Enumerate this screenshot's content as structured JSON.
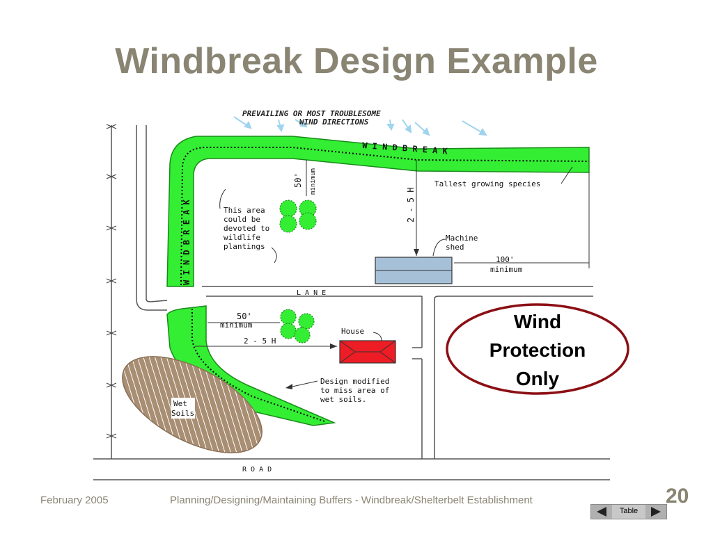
{
  "slide": {
    "title": "Windbreak Design Example",
    "footer_date": "February 2005",
    "footer_text": "Planning/Designing/Maintaining Buffers - Windbreak/Shelterbelt Establishment",
    "slide_number": "20",
    "nav_label": "Table"
  },
  "diagram": {
    "wind_line1": "PREVAILING OR MOST TROUBLESOME",
    "wind_line2": "WIND DIRECTIONS",
    "windbreak_top": "W I N D B R E A K",
    "windbreak_left": "W I N D B R E A K",
    "fifty_min": "50'",
    "fifty_min_sub": "minimum",
    "tallest": "Tallest growing species",
    "two_five_h": "2 - 5 H",
    "wildlife_1": "This area",
    "wildlife_2": "could be",
    "wildlife_3": "devoted to",
    "wildlife_4": "wildlife",
    "wildlife_5": "plantings",
    "machine_1": "Machine",
    "machine_2": "shed",
    "hundred": "100'",
    "hundred_sub": "minimum",
    "lane": "L A N E",
    "fifty_house": "50'",
    "fifty_house_sub": "minimum",
    "house": "House",
    "two_five_h_house": "2 - 5 H",
    "modified_1": "Design modified",
    "modified_2": "to miss area of",
    "modified_3": "wet soils.",
    "wet_1": "Wet",
    "wet_2": "Soils",
    "road": "R O A D",
    "callout_1": "Wind",
    "callout_2": "Protection",
    "callout_3": "Only"
  },
  "colors": {
    "title": "#8a8573",
    "windbreak_green": "#33ee33",
    "shed_blue": "#a6c0d8",
    "house_red": "#ee1c24",
    "callout_border": "#8b0f14",
    "wind_arrow": "#9fd4ee",
    "wet_soil": "#a88e73"
  }
}
